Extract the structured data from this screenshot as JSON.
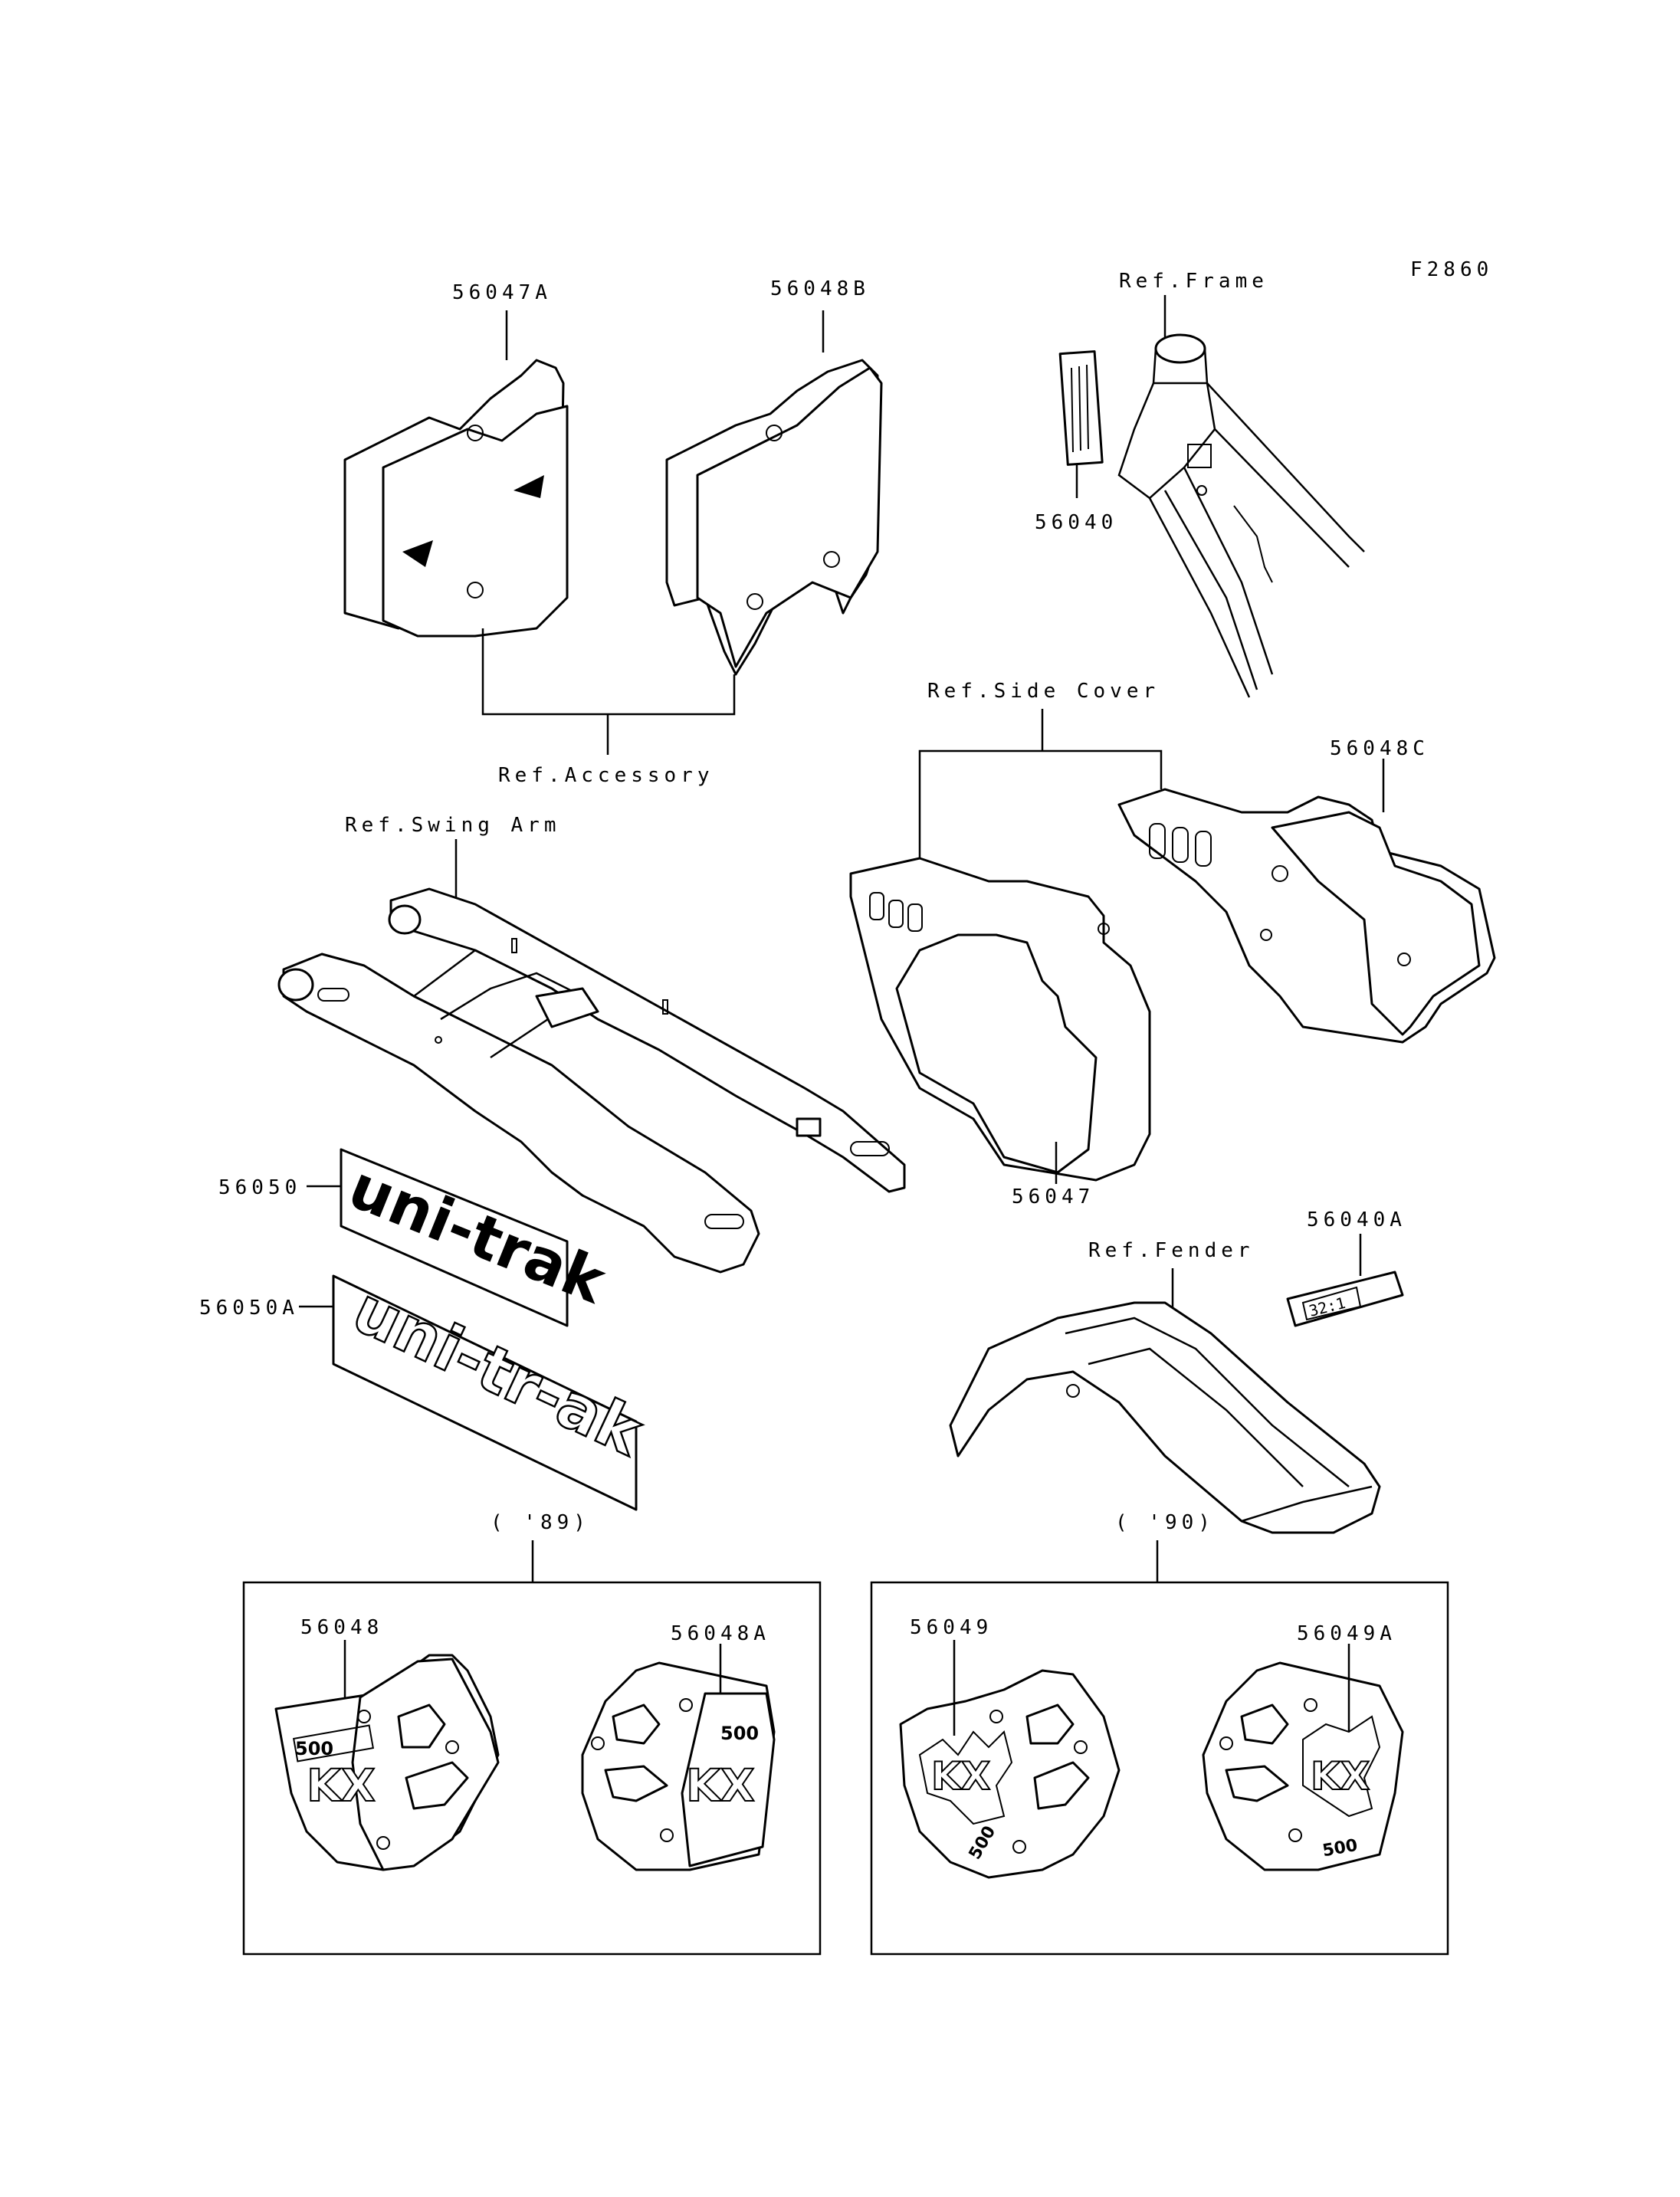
{
  "figure_code": "F2860",
  "labels": {
    "p56047A": "56047A",
    "p56048B": "56048B",
    "ref_frame": "Ref.Frame",
    "p56040": "56040",
    "ref_accessory": "Ref.Accessory",
    "ref_side_cover": "Ref.Side Cover",
    "p56048C": "56048C",
    "ref_swing_arm": "Ref.Swing Arm",
    "p56047": "56047",
    "p56050": "56050",
    "p56050A": "56050A",
    "p56040A": "56040A",
    "ref_fender": "Ref.Fender",
    "year_89": "( '89)",
    "year_90": "( '90)",
    "p56048": "56048",
    "p56048A": "56048A",
    "p56049": "56049",
    "p56049A": "56049A"
  },
  "decal_text": {
    "uni_trak": "uni-trak",
    "uni_trak_outline": "uni-tr-ak",
    "kx": "KX",
    "displacement": "500",
    "ratio": "32:1"
  }
}
